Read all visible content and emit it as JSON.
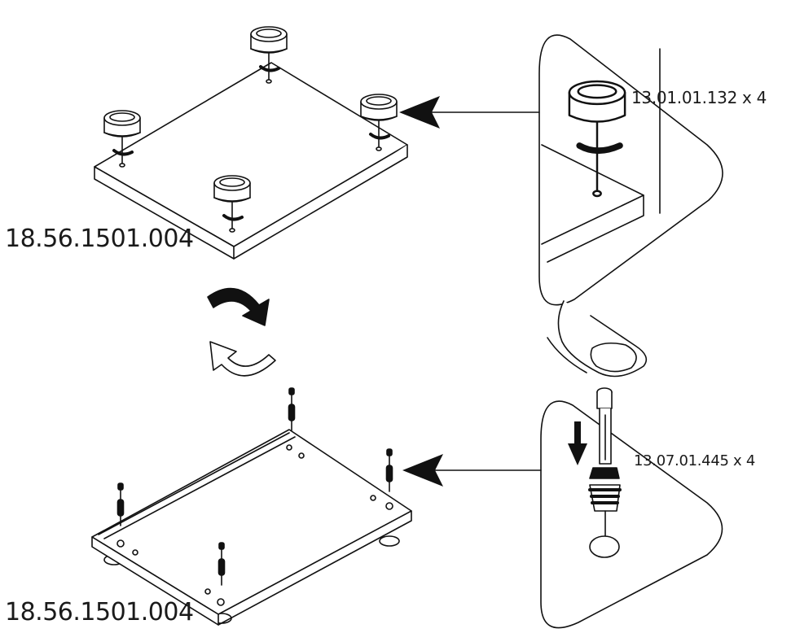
{
  "diagram": {
    "top_plate_part": "18.56.1501.004",
    "bottom_plate_part": "18.56.1501.004",
    "foot_callout": "13.01.01.132 x 4",
    "pin_callout": "13.07.01.445 x 4"
  },
  "colors": {
    "line": "#111111",
    "fill": "#ffffff",
    "arrow_black": "#111111",
    "arrow_outline": "#111111"
  },
  "icons": {
    "rotate_forward": "curved-arrow-black-icon",
    "rotate_back": "curved-arrow-outline-icon",
    "press": "finger-icon",
    "down": "down-arrow-icon"
  }
}
